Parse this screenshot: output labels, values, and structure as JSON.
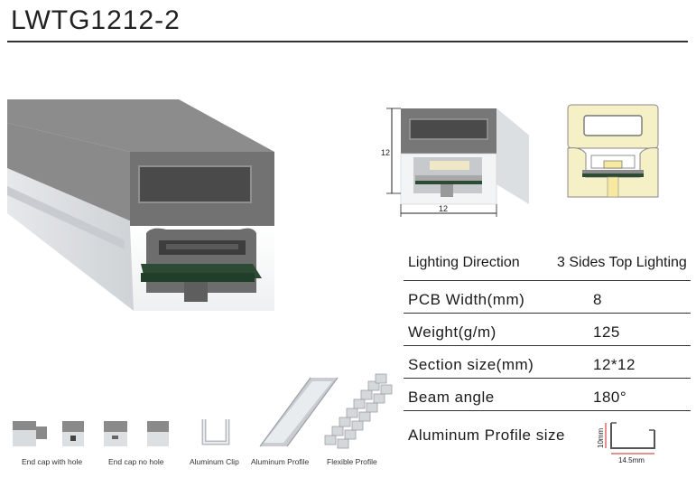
{
  "header": {
    "title": "LWTG1212-2"
  },
  "section_dims": {
    "height": "12",
    "width": "12"
  },
  "specs": {
    "lighting_direction": {
      "label": "Lighting  Direction",
      "value": "3 Sides Top Lighting"
    },
    "rows": [
      {
        "label": "PCB  Width(mm)",
        "value": "8"
      },
      {
        "label": "Weight(g/m)",
        "value": "125"
      },
      {
        "label": "Section size(mm)",
        "value": "12*12"
      },
      {
        "label": "Beam angle",
        "value": "180°"
      },
      {
        "label": "Aluminum Profile size",
        "value": ""
      }
    ],
    "profile_dims": {
      "height": "10mm",
      "width": "14.5mm"
    }
  },
  "accessories": [
    {
      "label": "End cap with hole"
    },
    {
      "label": "End cap no hole"
    },
    {
      "label": "Aluminum Clip"
    },
    {
      "label": "Aluminum Profile"
    },
    {
      "label": "Flexible Profile"
    }
  ],
  "colors": {
    "silicone_dark": "#7d7d7d",
    "silicone_light": "#f2f3f4",
    "pcb": "#1f3f2a",
    "led_glow": "#f6f0c6"
  }
}
